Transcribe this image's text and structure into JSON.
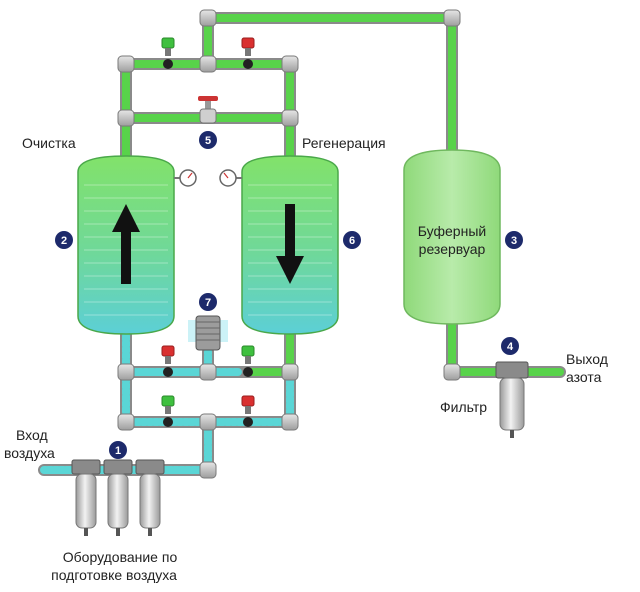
{
  "labels": {
    "purification": "Очистка",
    "regeneration": "Регенерация",
    "buffer_line1": "Буферный",
    "buffer_line2": "резервуар",
    "air_in_line1": "Вход",
    "air_in_line2": "воздуха",
    "air_prep_line1": "Оборудование по",
    "air_prep_line2": "подготовке воздуха",
    "filter": "Фильтр",
    "nitrogen_out_line1": "Выход",
    "nitrogen_out_line2": "азота"
  },
  "badges": {
    "b1": "1",
    "b2": "2",
    "b3": "3",
    "b4": "4",
    "b5": "5",
    "b6": "6",
    "b7": "7"
  },
  "colors": {
    "pipe_grey": "#bcbcbc",
    "pipe_green": "#55d24a",
    "pipe_cyan": "#5ad6d6",
    "vessel_top": "#7fe06a",
    "vessel_bottom": "#62d0d4",
    "buffer_tank": "#a8e394",
    "valve_green": "#44c044",
    "valve_red": "#d93030",
    "badge": "#1d2a6b",
    "arrow": "#111111"
  }
}
